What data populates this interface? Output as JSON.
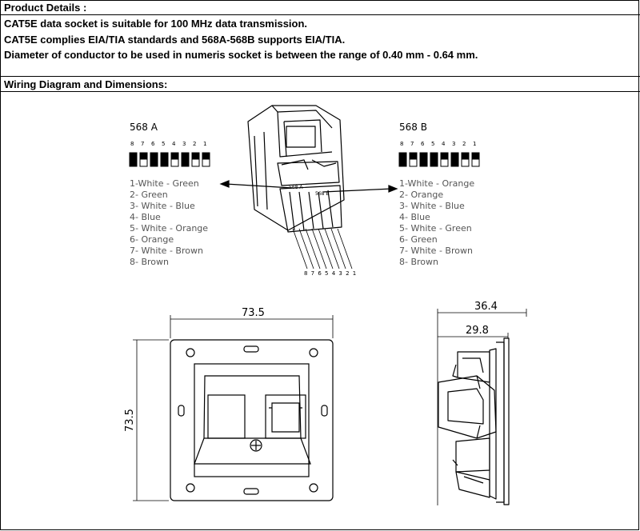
{
  "product_details": {
    "header": "Product Details :",
    "lines": [
      "CAT5E data socket is suitable for 100 MHz data transmission.",
      "CAT5E complies EIA/TIA standards and 568A-568B supports EIA/TIA.",
      "Diameter of conductor to be used in numeris socket is between the range of 0.40 mm - 0.64 mm."
    ]
  },
  "wiring": {
    "header": "Wiring Diagram and Dimensions:",
    "a": {
      "title": "568 A",
      "pin_numbers": [
        "8",
        "7",
        "6",
        "5",
        "4",
        "3",
        "2",
        "1"
      ],
      "pairs": [
        "1-White - Green",
        "2- Green",
        "3- White - Blue",
        "4- Blue",
        "5- White - Orange",
        "6- Orange",
        "7- White - Brown",
        "8- Brown"
      ]
    },
    "b": {
      "title": "568 B",
      "pin_numbers": [
        "8",
        "7",
        "6",
        "5",
        "4",
        "3",
        "2",
        "1"
      ],
      "pairs": [
        "1-White - Orange",
        "2- Orange",
        "3- White - Blue",
        "4- Blue",
        "5- White - Green",
        "6- Green",
        "7- White - Brown",
        "8- Brown"
      ]
    },
    "jack_labels": {
      "a": "568 A",
      "b": "568 B",
      "pins": "8 7 6 5 4 3 2 1"
    }
  },
  "dimensions": {
    "front_width": "73.5",
    "front_height": "73.5",
    "side_total": "36.4",
    "side_inner": "29.8"
  }
}
